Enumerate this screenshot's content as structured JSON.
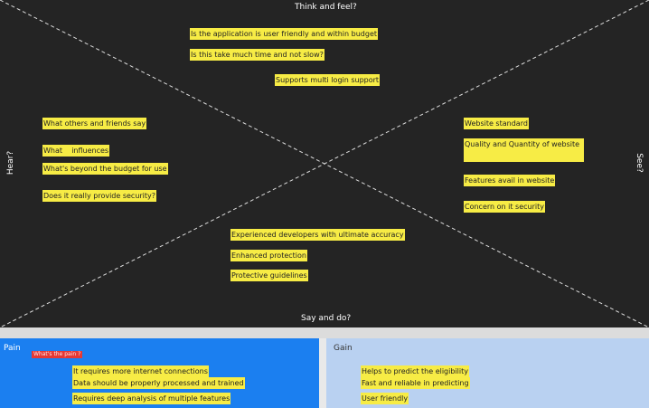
{
  "quadrants": {
    "top": "Think and feel?",
    "bottom": "Say and do?",
    "left": "Hear?",
    "right": "See?"
  },
  "think_feel_notes": [
    "Is the application is user friendly and within budget",
    "Is this take much time and not slow?",
    "Supports multi login support"
  ],
  "hear_notes": [
    "What others and friends say",
    "What    influences",
    "What's beyond the budget for use",
    "Does it really provide security?"
  ],
  "see_notes": [
    "Website standard",
    "Quality and Quantity of website",
    "Features avail in website",
    "Concern on it security"
  ],
  "say_do_notes": [
    "Experienced developers  with ultimate accuracy",
    "Enhanced protection",
    "Protective guidelines"
  ],
  "pain": {
    "title": "Pain",
    "tag": "What's the pain ?",
    "notes": [
      "It requires more internet connections",
      "Data should be properly processed and trained",
      "Requires deep analysis of multiple features"
    ],
    "color": "#1b7ff0"
  },
  "gain": {
    "title": "Gain",
    "notes": [
      "Helps to predict the eligibility",
      "Fast and reliable in predicting",
      "User friendly"
    ],
    "color": "#b9d1f1"
  },
  "sticky_color": "#f7ec45",
  "board_color": "#242424"
}
